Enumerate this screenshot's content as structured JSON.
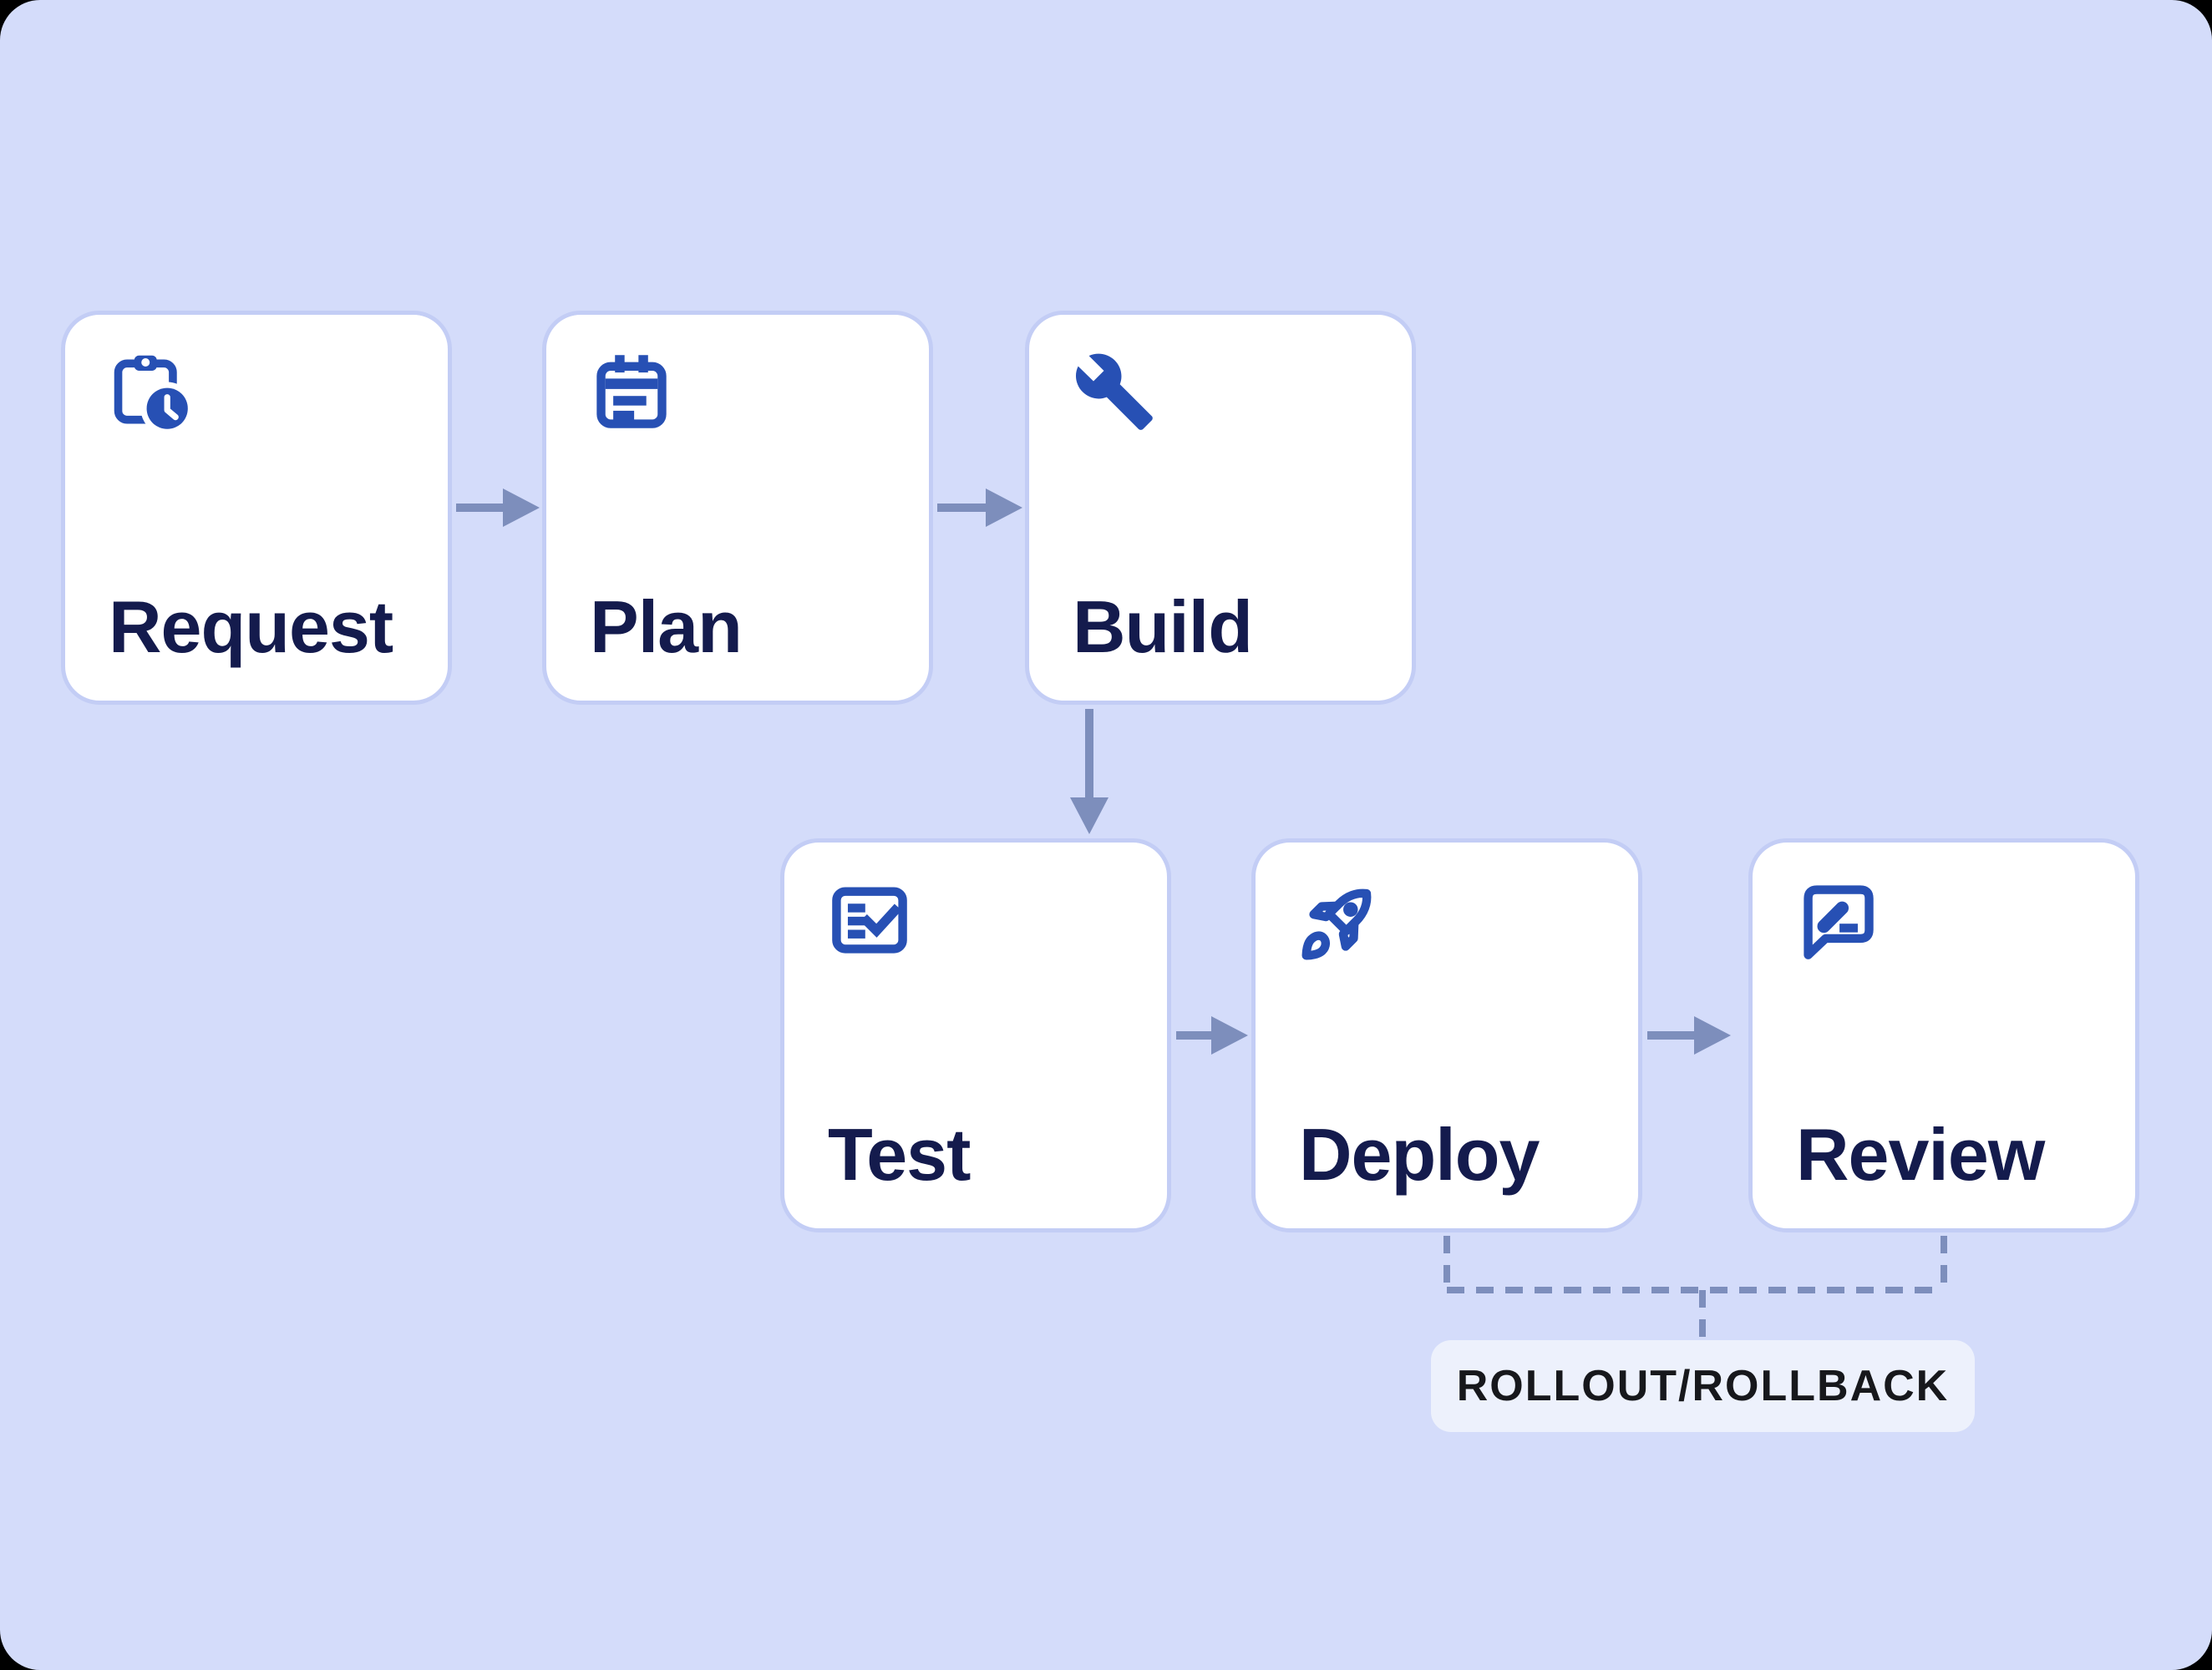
{
  "palette": {
    "page_bg": "#d4dcfa",
    "frame": "#000000",
    "box_fill": "#ffffff",
    "box_border": "#c3cdf5",
    "icon": "#2750b4",
    "label": "#141b4d",
    "arrow": "#7d8ebc",
    "tag_bg": "#edf1fc",
    "tag_text": "#17181c"
  },
  "diagram": {
    "nodes": [
      {
        "id": "request",
        "label": "Request",
        "icon": "clipboard-clock-icon"
      },
      {
        "id": "plan",
        "label": "Plan",
        "icon": "calendar-note-icon"
      },
      {
        "id": "build",
        "label": "Build",
        "icon": "wrench-icon"
      },
      {
        "id": "test",
        "label": "Test",
        "icon": "checklist-check-icon"
      },
      {
        "id": "deploy",
        "label": "Deploy",
        "icon": "rocket-icon"
      },
      {
        "id": "review",
        "label": "Review",
        "icon": "comment-edit-icon"
      }
    ],
    "connections": [
      {
        "from": "request",
        "to": "plan",
        "style": "solid-arrow"
      },
      {
        "from": "plan",
        "to": "build",
        "style": "solid-arrow"
      },
      {
        "from": "build",
        "to": "test",
        "style": "solid-arrow"
      },
      {
        "from": "test",
        "to": "deploy",
        "style": "solid-arrow"
      },
      {
        "from": "deploy",
        "to": "review",
        "style": "solid-arrow"
      },
      {
        "from": "deploy",
        "to": "rollout-rollback-tag",
        "style": "dashed"
      },
      {
        "from": "review",
        "to": "rollout-rollback-tag",
        "style": "dashed"
      }
    ],
    "tag": {
      "label": "ROLLOUT/ROLLBACK"
    }
  }
}
